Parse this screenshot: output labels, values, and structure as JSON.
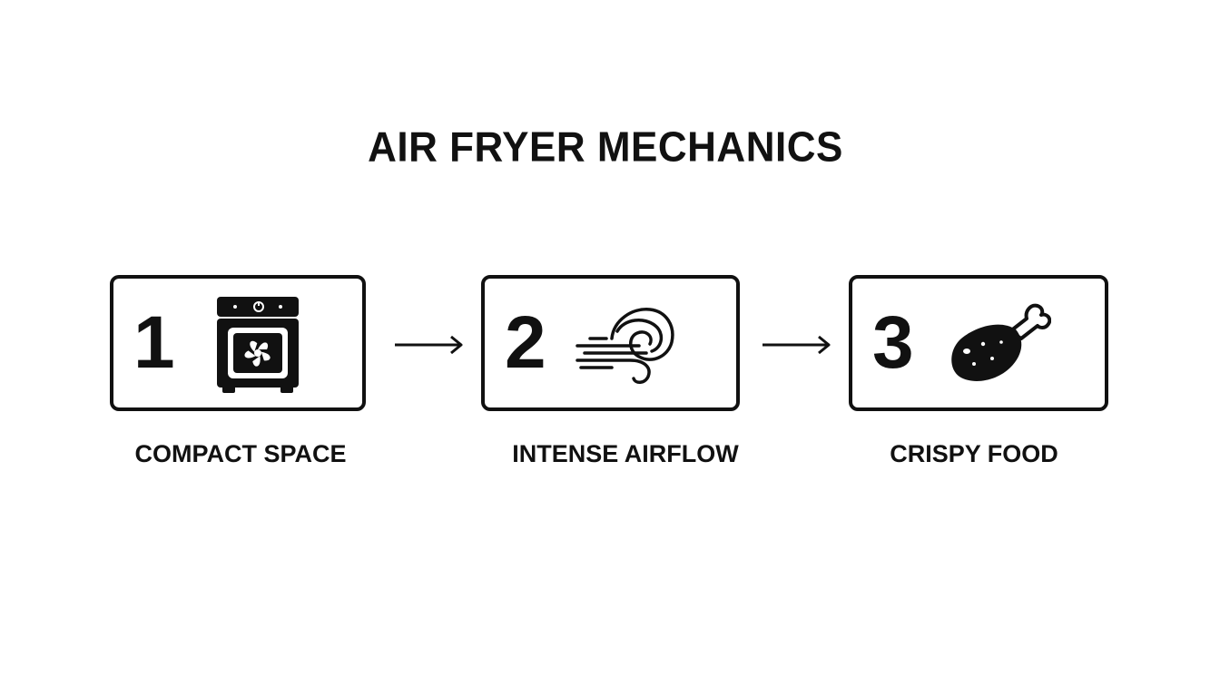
{
  "title": "AIR FRYER MECHANICS",
  "steps": [
    {
      "number": "1",
      "label": "COMPACT SPACE",
      "icon": "oven-fan-icon"
    },
    {
      "number": "2",
      "label": "INTENSE AIRFLOW",
      "icon": "wind-icon"
    },
    {
      "number": "3",
      "label": "CRISPY FOOD",
      "icon": "chicken-leg-icon"
    }
  ],
  "colors": {
    "foreground": "#111111",
    "background": "#ffffff"
  }
}
